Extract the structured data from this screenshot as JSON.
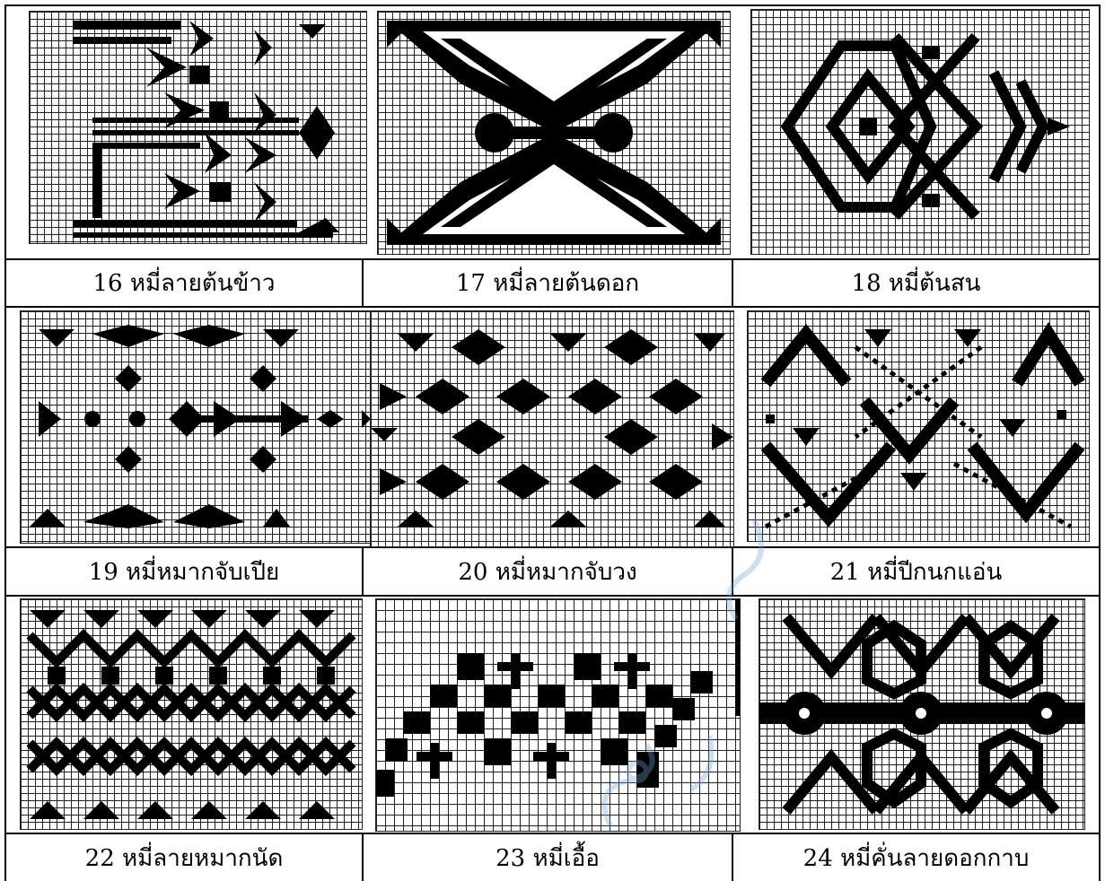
{
  "captions": [
    "16 หมี่ลายต้นข้าว",
    "17 หมี่ลายต้นดอก",
    "18 หมี่ต้นสน",
    "19 หมี่หมากจับเปีย",
    "20 หมี่หมากจับวง",
    "21 หมี่ปีกนกแอ่น",
    "22 หมี่ลายหมากนัด",
    "23 หมี่เอื้อ",
    "24 หมี่คั่นลายดอกกาบ"
  ],
  "patterns": [
    {
      "name": "pattern-16-rice-stalk"
    },
    {
      "name": "pattern-17-flower-stalk"
    },
    {
      "name": "pattern-18-pine-tree"
    },
    {
      "name": "pattern-19-hair-tie"
    },
    {
      "name": "pattern-20-ring"
    },
    {
      "name": "pattern-21-swallow-wing"
    },
    {
      "name": "pattern-22-checker"
    },
    {
      "name": "pattern-23-uea"
    },
    {
      "name": "pattern-24-flower-divider"
    }
  ],
  "colors": {
    "ink": "#000000",
    "grid": "#222222",
    "watermark": "#6fa8dc"
  }
}
